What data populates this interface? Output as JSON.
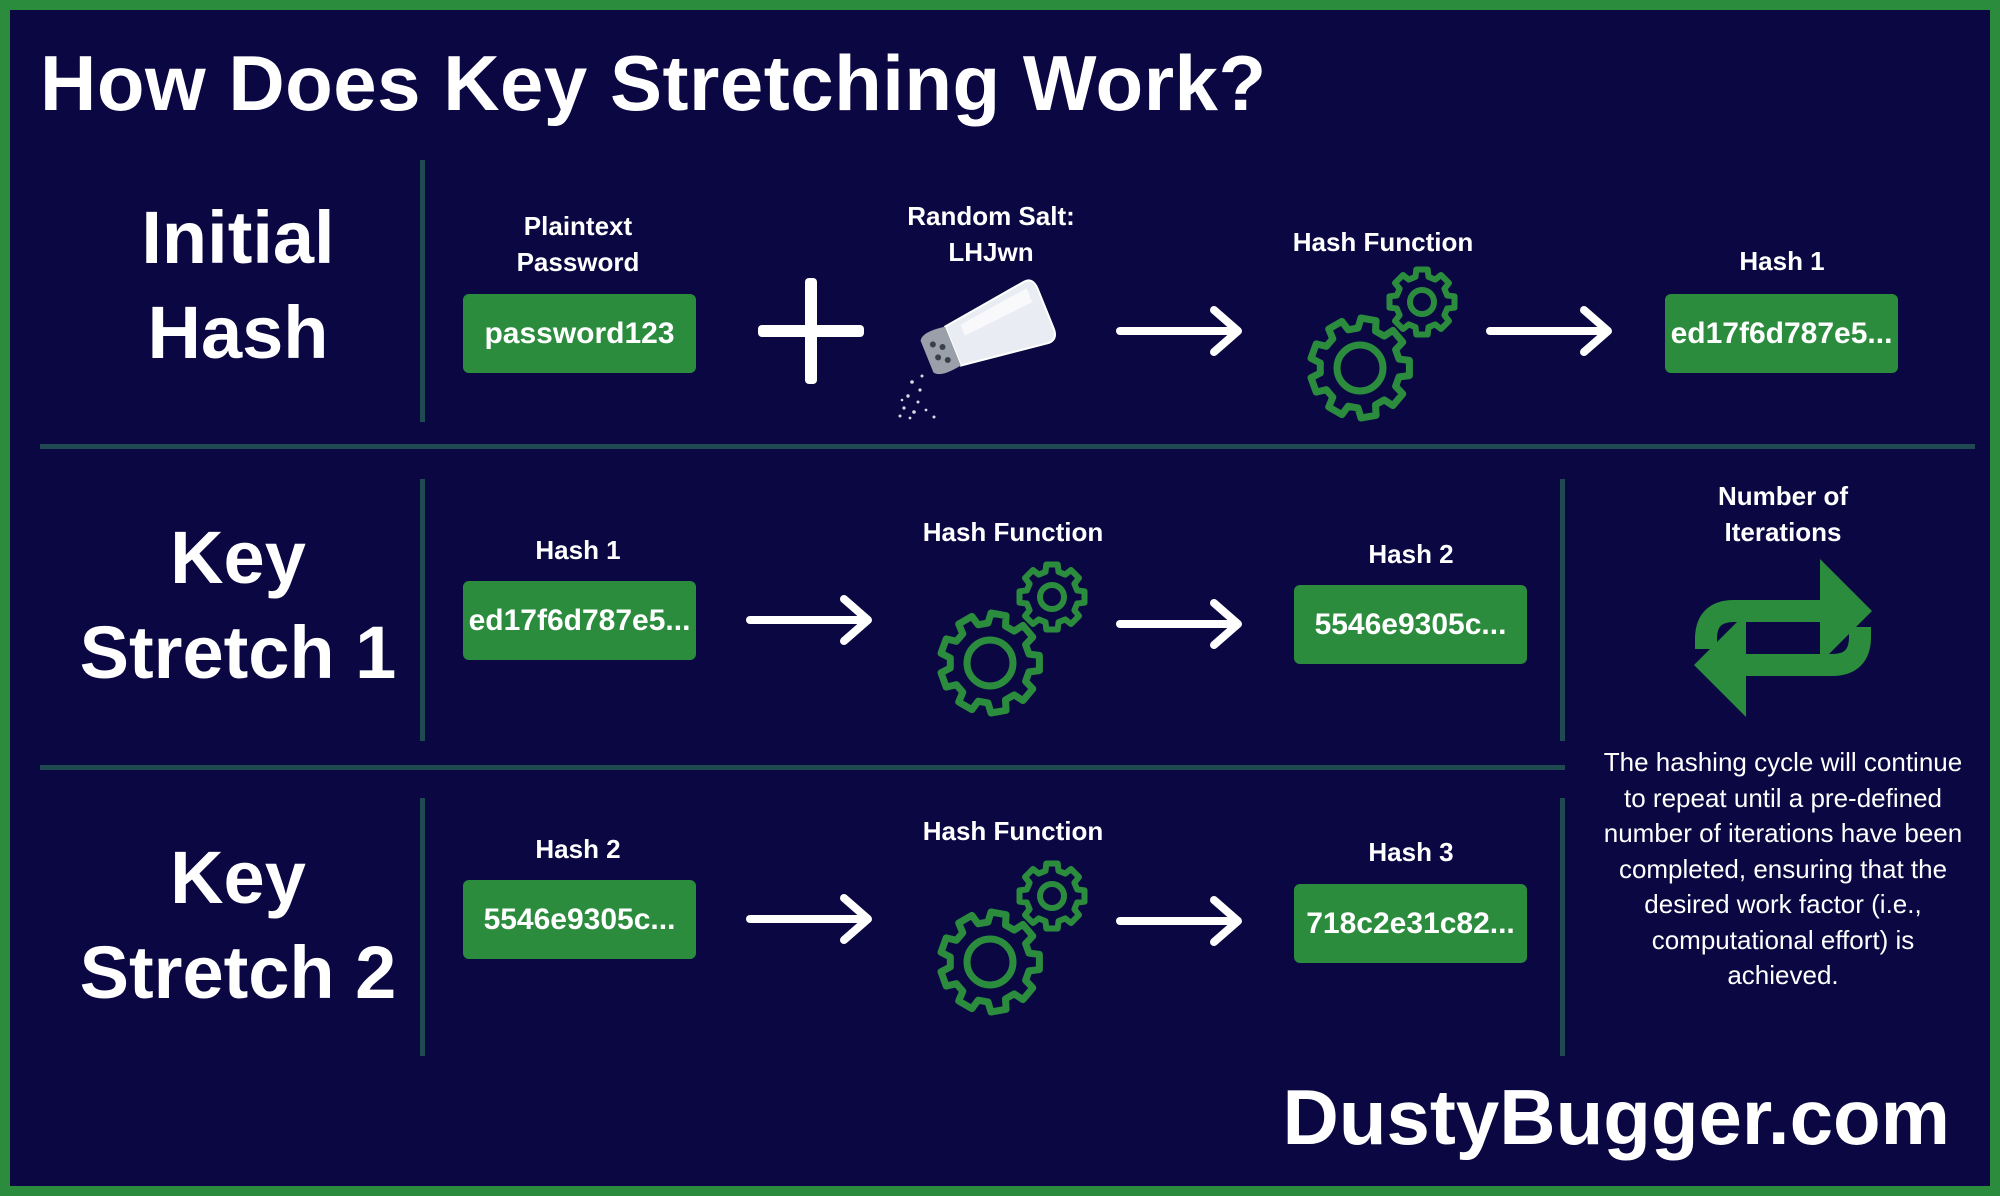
{
  "title": "How Does Key Stretching Work?",
  "brand": "DustyBugger.com",
  "colors": {
    "background": "#0a0742",
    "accent_green": "#2b8c3e",
    "divider": "#1f4a52",
    "text": "#ffffff"
  },
  "rows": {
    "initial": {
      "label_line1": "Initial",
      "label_line2": "Hash",
      "password_caption_line1": "Plaintext",
      "password_caption_line2": "Password",
      "password_value": "password123",
      "salt_caption_line1": "Random Salt:",
      "salt_caption_line2": "LHJwn",
      "function_caption": "Hash Function",
      "output_caption": "Hash 1",
      "output_value": "ed17f6d787e5...",
      "icons": [
        "plus-icon",
        "salt-shaker-icon",
        "arrow-right-icon",
        "gears-icon",
        "arrow-right-icon"
      ]
    },
    "stretch1": {
      "label_line1": "Key",
      "label_line2": "Stretch 1",
      "input_caption": "Hash 1",
      "input_value": "ed17f6d787e5...",
      "function_caption": "Hash Function",
      "output_caption": "Hash 2",
      "output_value": "5546e9305c...",
      "icons": [
        "arrow-right-icon",
        "gears-icon",
        "arrow-right-icon"
      ]
    },
    "stretch2": {
      "label_line1": "Key",
      "label_line2": "Stretch 2",
      "input_caption": "Hash 2",
      "input_value": "5546e9305c...",
      "function_caption": "Hash Function",
      "output_caption": "Hash 3",
      "output_value": "718c2e31c82...",
      "icons": [
        "arrow-right-icon",
        "gears-icon",
        "arrow-right-icon"
      ]
    }
  },
  "iterations": {
    "caption_line1": "Number of",
    "caption_line2": "Iterations",
    "icon": "repeat-icon",
    "description": "The hashing cycle will continue to repeat until a pre-defined number of iterations have been completed, ensuring that the desired work factor (i.e., computational effort) is achieved."
  }
}
